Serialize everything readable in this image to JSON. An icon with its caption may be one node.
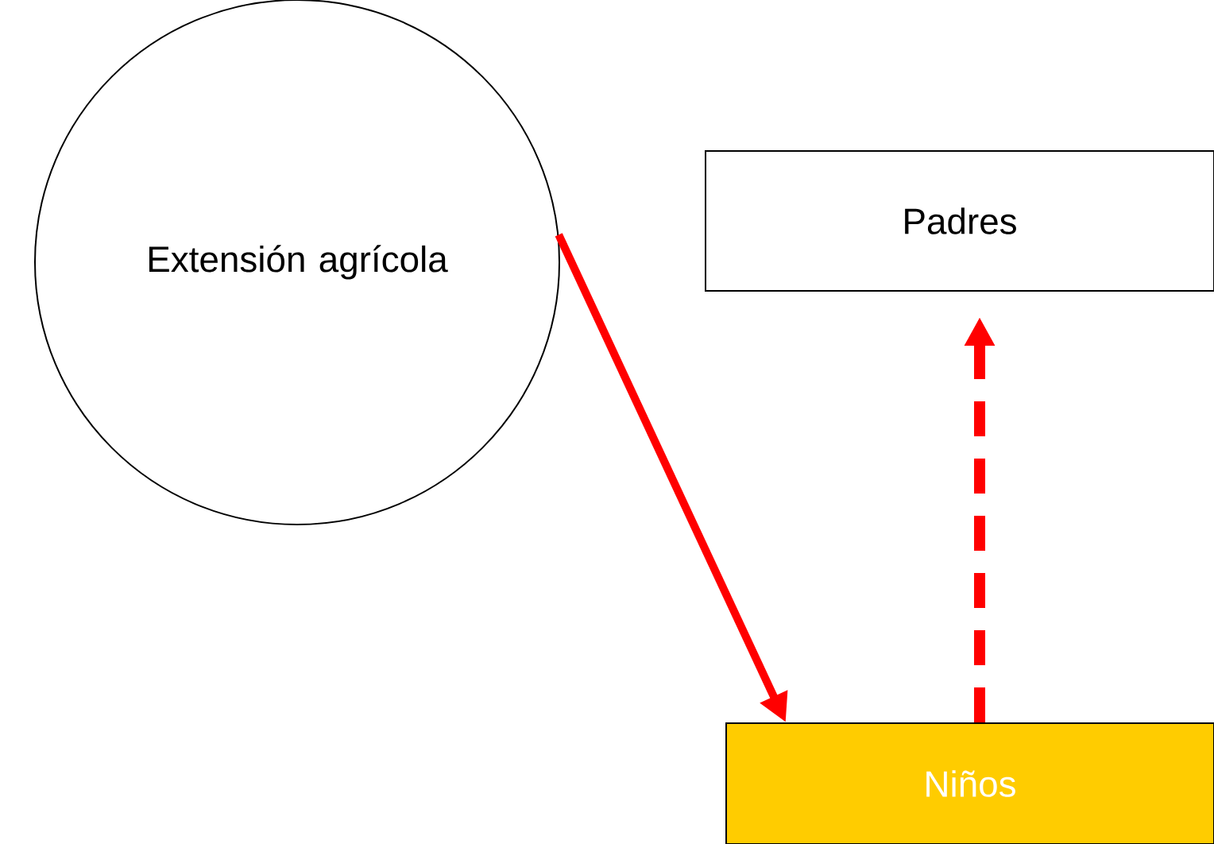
{
  "diagram": {
    "nodes": [
      {
        "text": [
          "Extensión agrícola"
        ]
      },
      {
        "text": [
          "Padres"
        ]
      },
      {
        "text": [
          "Niños"
        ]
      }
    ],
    "edges": [
      {
        "from": 0,
        "to": 2,
        "arrow": "to"
      },
      {
        "from": 2,
        "to": 1,
        "arrow": "to",
        "style": "dashed"
      }
    ]
  }
}
